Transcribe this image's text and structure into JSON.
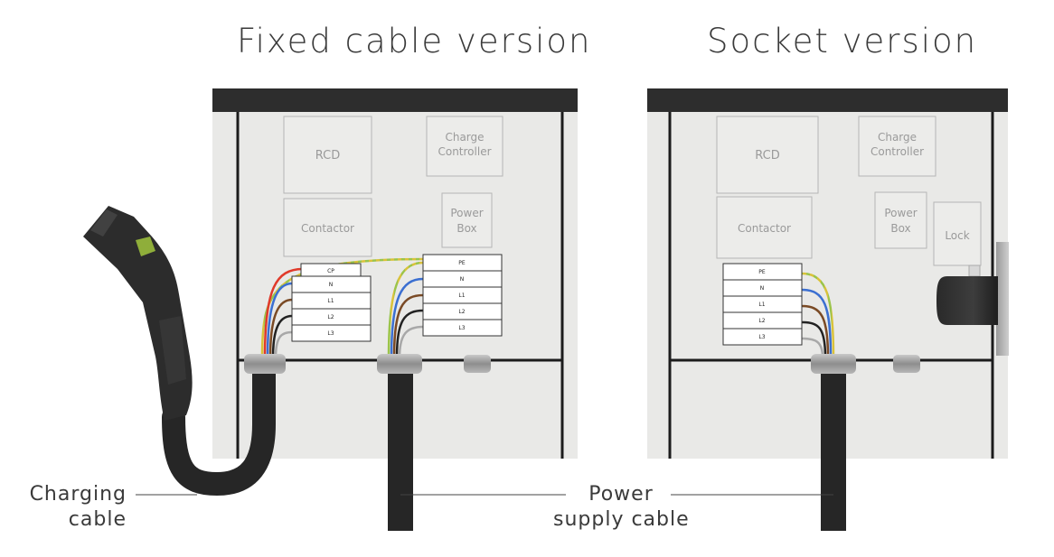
{
  "titles": {
    "fixed": "Fixed cable version",
    "socket": "Socket version"
  },
  "fixed_panel": {
    "rcd": "RCD",
    "controller": [
      "Charge",
      "Controller"
    ],
    "contactor": "Contactor",
    "power_box": [
      "Power",
      "Box"
    ],
    "charging_terminals": [
      "CP",
      "N",
      "L1",
      "L2",
      "L3"
    ],
    "supply_terminals": [
      "PE",
      "N",
      "L1",
      "L2",
      "L3"
    ]
  },
  "socket_panel": {
    "rcd": "RCD",
    "controller": [
      "Charge",
      "Controller"
    ],
    "contactor": "Contactor",
    "power_box": [
      "Power",
      "Box"
    ],
    "lock": "Lock",
    "terminals": [
      "PE",
      "N",
      "L1",
      "L2",
      "L3"
    ]
  },
  "labels": {
    "charging_cable": [
      "Charging",
      "cable"
    ],
    "power_supply_cable": [
      "Power",
      "supply cable"
    ]
  },
  "colors": {
    "panel_bg": "#e9e9e7",
    "panel_top": "#2d2d2d",
    "wire_pe": "#9bc44a",
    "wire_cp": "#e03a2a",
    "wire_n": "#3b6fd1",
    "wire_l1": "#7a4a25",
    "wire_l2": "#222222",
    "wire_l3": "#a8a8a8"
  }
}
